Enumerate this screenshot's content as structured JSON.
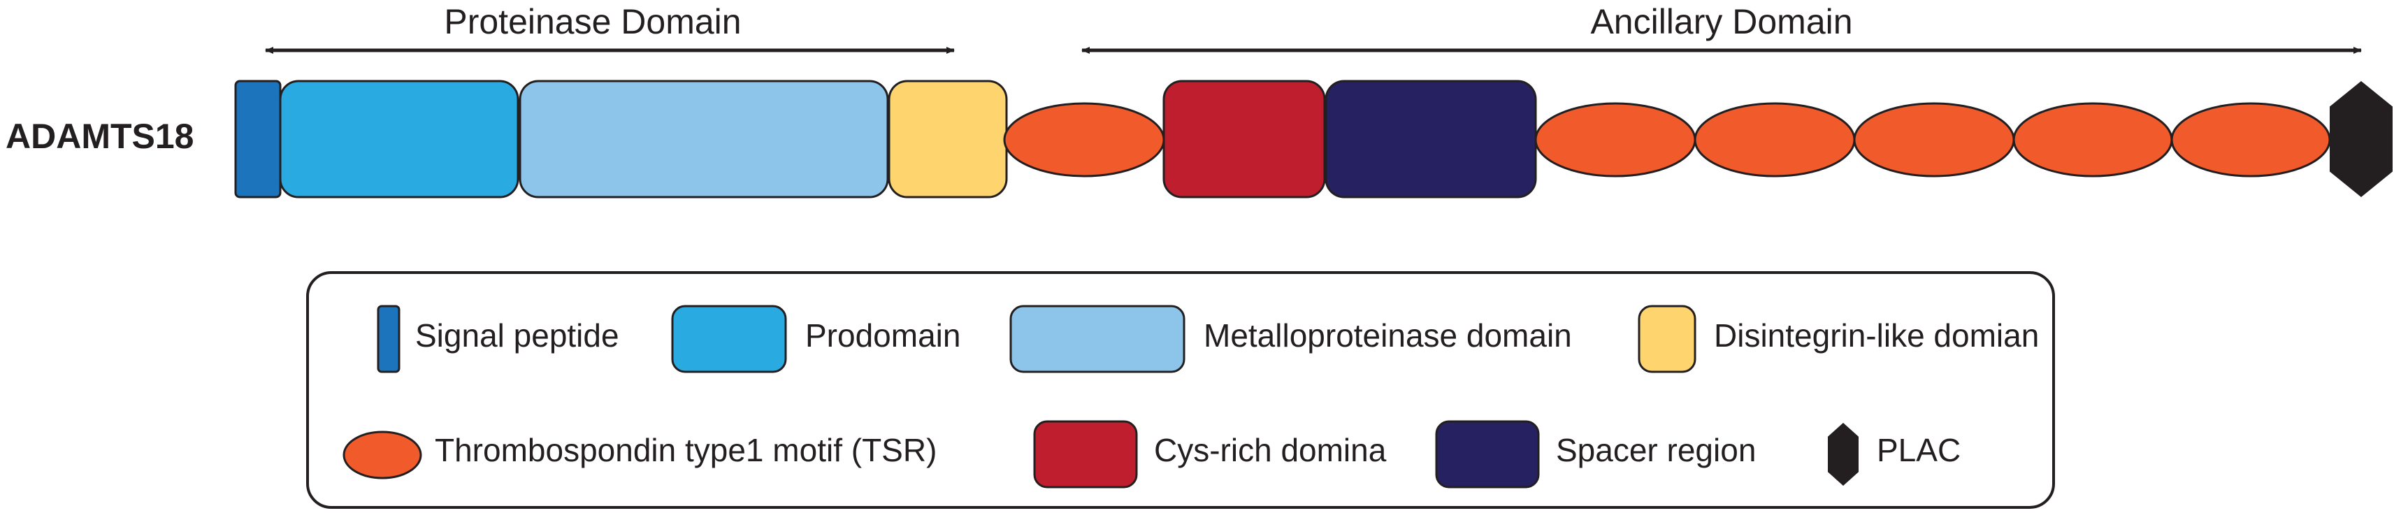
{
  "protein_name": "ADAMTS18",
  "regions": {
    "proteinase": "Proteinase Domain",
    "ancillary": "Ancillary Domain"
  },
  "colors": {
    "signal_peptide": "#1c75bc",
    "prodomain": "#29aae1",
    "metalloproteinase": "#8dc5ea",
    "disintegrin": "#fed46e",
    "tsr": "#f15a2b",
    "cys_rich": "#be1e2d",
    "spacer": "#262262",
    "plac": "#231f20",
    "outline": "#231f20"
  },
  "domains": [
    {
      "key": "signal_peptide",
      "shape": "rect"
    },
    {
      "key": "prodomain",
      "shape": "rect"
    },
    {
      "key": "metalloproteinase",
      "shape": "rect"
    },
    {
      "key": "disintegrin",
      "shape": "rect"
    },
    {
      "key": "tsr",
      "shape": "ellipse"
    },
    {
      "key": "cys_rich",
      "shape": "rect"
    },
    {
      "key": "spacer",
      "shape": "rect"
    },
    {
      "key": "tsr",
      "shape": "ellipse"
    },
    {
      "key": "tsr",
      "shape": "ellipse"
    },
    {
      "key": "tsr",
      "shape": "ellipse"
    },
    {
      "key": "tsr",
      "shape": "ellipse"
    },
    {
      "key": "tsr",
      "shape": "ellipse"
    },
    {
      "key": "plac",
      "shape": "hexagon"
    }
  ],
  "legend": [
    {
      "key": "signal_peptide",
      "label": "Signal peptide",
      "shape": "rect"
    },
    {
      "key": "prodomain",
      "label": "Prodomain",
      "shape": "rect"
    },
    {
      "key": "metalloproteinase",
      "label": "Metalloproteinase domain",
      "shape": "rect"
    },
    {
      "key": "disintegrin",
      "label": "Disintegrin-like domian",
      "shape": "rect"
    },
    {
      "key": "tsr",
      "label": "Thrombospondin type1 motif (TSR)",
      "shape": "ellipse"
    },
    {
      "key": "cys_rich",
      "label": "Cys-rich domina",
      "shape": "rect"
    },
    {
      "key": "spacer",
      "label": "Spacer region",
      "shape": "rect"
    },
    {
      "key": "plac",
      "label": "PLAC",
      "shape": "hexagon"
    }
  ]
}
